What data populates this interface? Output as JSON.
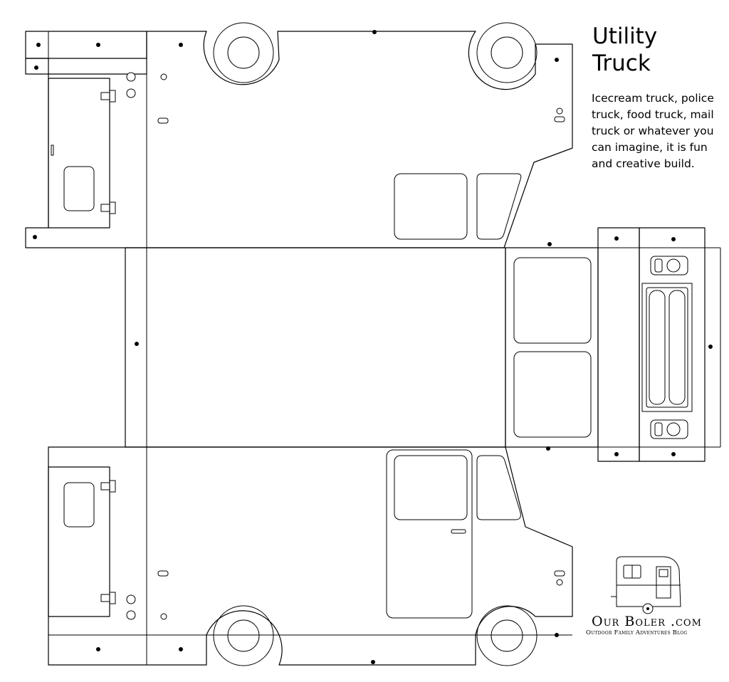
{
  "title_line1": "Utility",
  "title_line2": "Truck",
  "description_lines": [
    "Icecream truck, police",
    "truck, food truck, mail",
    "truck or whatever you",
    "can imagine, it is fun",
    "and creative build."
  ],
  "logo": {
    "name": "Our Boler .com",
    "tagline": "Outdoor Family Adventures Blog"
  }
}
